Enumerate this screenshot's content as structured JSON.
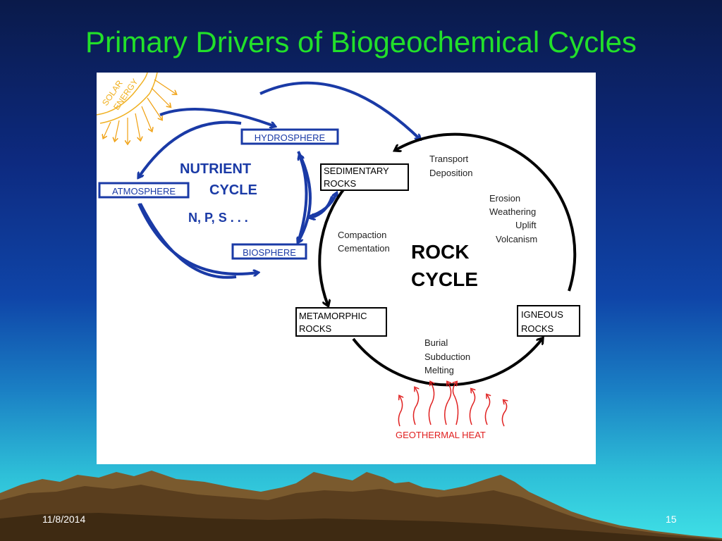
{
  "slide": {
    "title": "Primary Drivers of Biogeochemical Cycles",
    "date": "11/8/2014",
    "page_number": "15"
  },
  "nutrient_cycle": {
    "title_line1": "NUTRIENT",
    "title_line2": "CYCLE",
    "elements": "N, P, S . . .",
    "atmosphere": "ATMOSPHERE",
    "hydrosphere": "HYDROSPHERE",
    "biosphere": "BIOSPHERE",
    "color": "#1a3aa6"
  },
  "solar": {
    "line1": "SOLAR",
    "line2": "ENERGY",
    "color": "#f0b020"
  },
  "rock_cycle": {
    "title_line1": "ROCK",
    "title_line2": "CYCLE",
    "sedimentary_line1": "SEDIMENTARY",
    "sedimentary_line2": "ROCKS",
    "metamorphic_line1": "METAMORPHIC",
    "metamorphic_line2": "ROCKS",
    "igneous_line1": "IGNEOUS",
    "igneous_line2": "ROCKS",
    "transport": "Transport",
    "deposition": "Deposition",
    "erosion": "Erosion",
    "weathering": "Weathering",
    "uplift": "Uplift",
    "volcanism": "Volcanism",
    "compaction": "Compaction",
    "cementation": "Cementation",
    "burial": "Burial",
    "subduction": "Subduction",
    "melting": "Melting"
  },
  "geothermal": {
    "label": "GEOTHERMAL HEAT",
    "color": "#e02020"
  }
}
